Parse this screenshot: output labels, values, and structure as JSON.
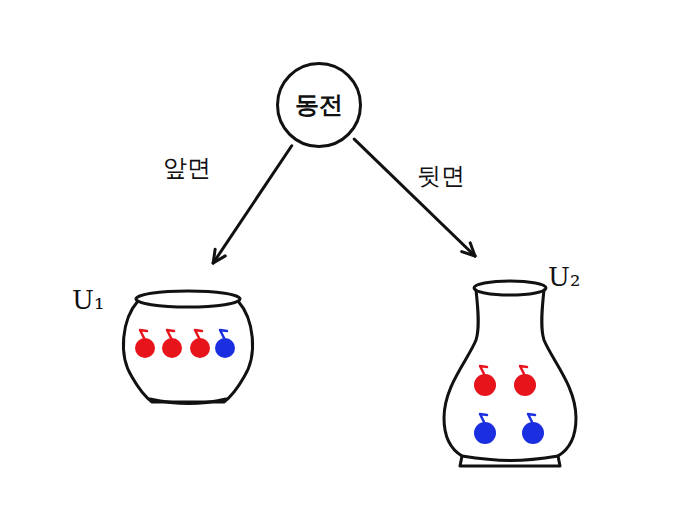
{
  "diagram": {
    "nodes": [
      {
        "text": [
          "동전"
        ]
      },
      {
        "text": [
          "U₁"
        ]
      },
      {
        "text": [
          "U₂"
        ]
      }
    ],
    "edges": [
      {
        "from": 0,
        "to": 1,
        "arrow": "to",
        "label": "앞면"
      },
      {
        "from": 0,
        "to": 2,
        "arrow": "to",
        "label": "뒷면"
      }
    ]
  }
}
